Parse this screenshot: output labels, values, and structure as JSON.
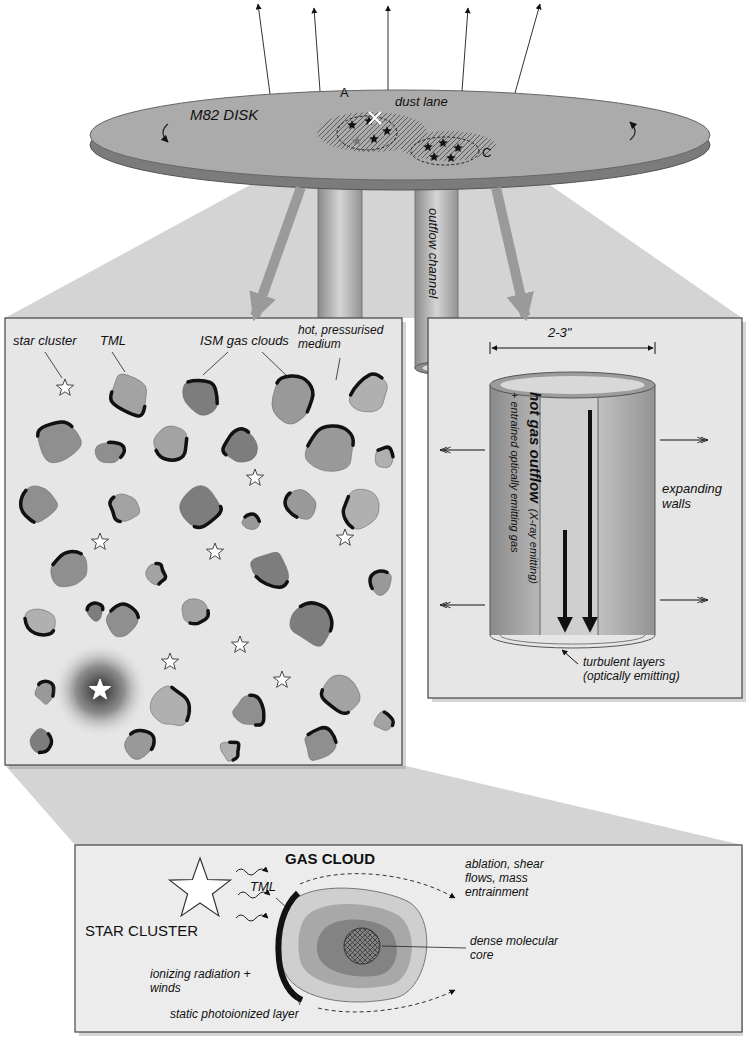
{
  "diagram": {
    "nodes": [
      {
        "text": [
          "M82 DISK",
          "dust lane",
          "A",
          "C"
        ]
      },
      {
        "text": [
          "outflow channel"
        ]
      },
      {
        "text": [
          "star cluster",
          "TML",
          "ISM gas clouds",
          "hot, pressurised medium"
        ]
      },
      {
        "text": [
          "2-3\"",
          "hot gas outflow",
          "(X-ray emitting)",
          "+ entrained optically emitting gas",
          "expanding walls",
          "turbulent layers (optically emitting)"
        ]
      },
      {
        "text": [
          "GAS CLOUD",
          "STAR CLUSTER",
          "TML",
          "ablation, shear flows, mass entrainment",
          "dense molecular core",
          "static photoionized layer",
          "ionizing radiation + winds"
        ]
      }
    ],
    "edges": [
      {
        "from": 0,
        "to": 2,
        "arrow": "to"
      },
      {
        "from": 0,
        "to": 3,
        "arrow": "to"
      }
    ]
  }
}
